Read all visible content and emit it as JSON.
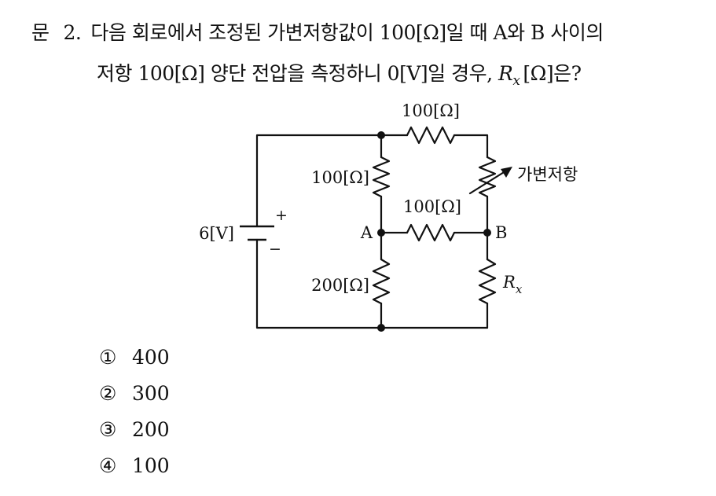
{
  "question": {
    "label": "문",
    "number": "2.",
    "line1": "다음 회로에서 조정된 가변저항값이 100[Ω]일 때 A와 B 사이의",
    "line2_prefix": "저항 100[Ω] 양단 전압을 측정하니 0[V]일 경우, ",
    "rx_symbol": "R",
    "rx_sub": "x",
    "line2_suffix": "[Ω]은?"
  },
  "circuit": {
    "top_resistor": "100[Ω]",
    "left_upper_resistor": "100[Ω]",
    "middle_resistor": "100[Ω]",
    "left_lower_resistor": "200[Ω]",
    "variable_resistor": "가변저항",
    "source_voltage": "6[V]",
    "plus_sign": "+",
    "minus_sign": "−",
    "node_a": "A",
    "node_b": "B",
    "rx_symbol": "R",
    "rx_sub": "x"
  },
  "options": [
    {
      "mark": "①",
      "value": "400"
    },
    {
      "mark": "②",
      "value": "300"
    },
    {
      "mark": "③",
      "value": "200"
    },
    {
      "mark": "④",
      "value": "100"
    }
  ]
}
